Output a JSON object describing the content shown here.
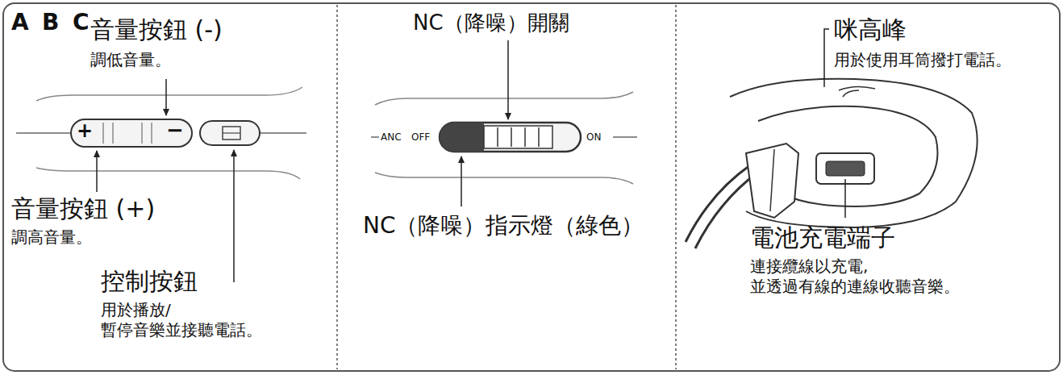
{
  "diagram": {
    "labels": [
      "A",
      "B",
      "C",
      "音量按鈕 (-)",
      "調低音量。",
      "+",
      "−",
      "音量按鈕 (+)",
      "調高音量。",
      "控制按鈕",
      "用於播放/ 暫停音樂並接聽電話。",
      "NC（降噪）開關",
      "ANC",
      "OFF",
      "ON",
      "NC（降噪）指示燈（綠色）",
      "咪高峰",
      "用於使用耳筒撥打電話。",
      "電池充電端子",
      "連接纜線以充電, 並透過有線的連線收聽音樂。"
    ]
  }
}
